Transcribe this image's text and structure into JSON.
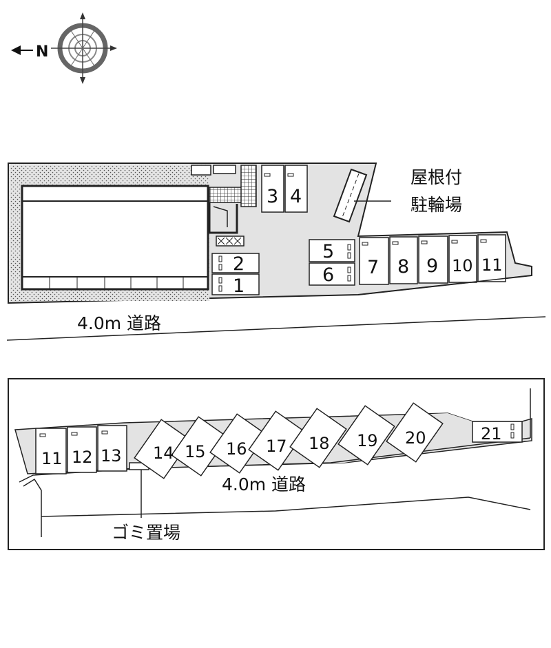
{
  "compass": {
    "north_marker": "N",
    "icon": "compass-rose-icon"
  },
  "north_section": {
    "road_label": "4.0m 道路",
    "bike_shed_label_line1": "屋根付",
    "bike_shed_label_line2": "駐輪場",
    "slots": [
      "1",
      "2",
      "3",
      "4",
      "5",
      "6",
      "7",
      "8",
      "9",
      "10",
      "11"
    ]
  },
  "south_section": {
    "road_label": "4.0m 道路",
    "garbage_label": "ゴミ置場",
    "slots": [
      "11",
      "12",
      "13",
      "14",
      "15",
      "16",
      "17",
      "18",
      "19",
      "20",
      "21"
    ]
  },
  "colors": {
    "lot_fill": "#e3e3e3",
    "building_fill": "#ffffff",
    "stroke": "#222222",
    "dotted_fill": "#dcdcdc"
  }
}
